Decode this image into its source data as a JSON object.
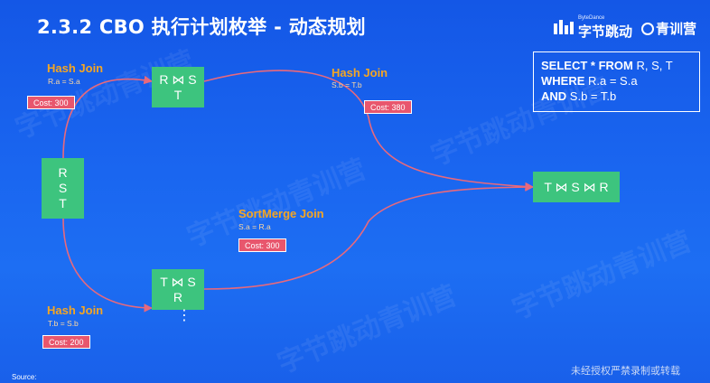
{
  "slide": {
    "title": "2.3.2 CBO 执行计划枚举 - 动态规划",
    "logos": {
      "bytedance_small": "ByteDance",
      "bytedance": "字节跳动",
      "camp": "青训营"
    },
    "sql": {
      "line1_kw": "SELECT * FROM",
      "line1_rest": " R, S, T",
      "line2_kw": "WHERE",
      "line2_rest": " R.a = S.a",
      "line3_kw": "AND",
      "line3_rest": " S.b = T.b"
    },
    "nodes": {
      "rst": "R\nS\nT",
      "rs_t": "R ⋈ S\nT",
      "ts_r": "T ⋈ S\nR",
      "final": "T ⋈ S ⋈ R"
    },
    "joins": {
      "top_left": {
        "label": "Hash Join",
        "cond": "R.a = S.a",
        "cost": "Cost: 300"
      },
      "top_right": {
        "label": "Hash Join",
        "cond": "S.b = T.b",
        "cost": "Cost: 380"
      },
      "middle": {
        "label": "SortMerge Join",
        "cond": "S.a = R.a",
        "cost": "Cost: 300"
      },
      "bottom_left": {
        "label": "Hash Join",
        "cond": "T.b = S.b",
        "cost": "Cost: 200"
      }
    },
    "dots": "⋮",
    "source": "Source:",
    "footer_watermark": "未经授权严禁录制或转载",
    "watermark": "字节跳动青训营",
    "colors": {
      "background": "#1a66f0",
      "node": "#3dc47e",
      "edge": "#e8697c",
      "join_label": "#f5a623",
      "cost": "#e8566d"
    }
  }
}
